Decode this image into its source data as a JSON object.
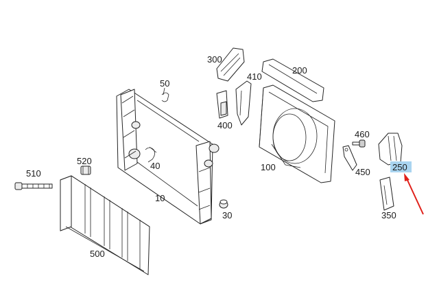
{
  "diagram": {
    "labels": {
      "p10": "10",
      "p30": "30",
      "p40": "40",
      "p50": "50",
      "p100": "100",
      "p200": "200",
      "p250": "250",
      "p300": "300",
      "p350": "350",
      "p400": "400",
      "p410": "410",
      "p450": "450",
      "p460": "460",
      "p500": "500",
      "p510": "510",
      "p520": "520"
    },
    "highlighted_label": "250",
    "colors": {
      "highlight": "#a9d4f0",
      "arrow": "#e0201a",
      "line": "#222222"
    }
  }
}
